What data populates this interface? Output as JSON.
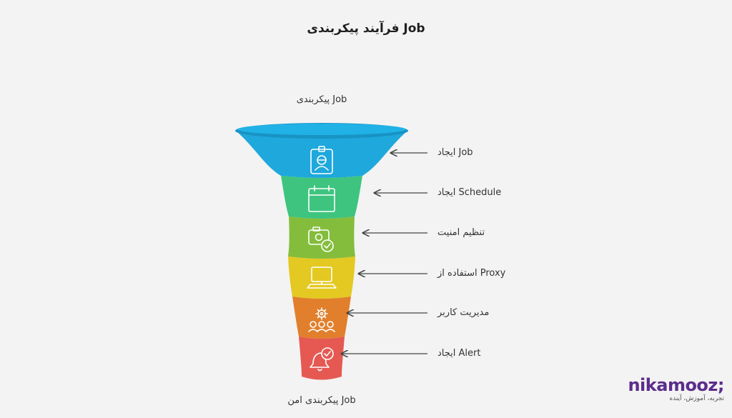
{
  "title": "فرآیند پیکربندی Job",
  "top_label": "پیکربندی Job",
  "bottom_label": "پیکربندی امن Job",
  "stages": [
    {
      "label": "ایجاد Job",
      "icon": "robot-badge-icon",
      "color": "#1ea8dc"
    },
    {
      "label": "ایجاد Schedule",
      "icon": "calendar-icon",
      "color": "#3ec47e"
    },
    {
      "label": "تنظیم امنیت",
      "icon": "camera-check-icon",
      "color": "#84bd3c"
    },
    {
      "label": "استفاده از Proxy",
      "icon": "laptop-icon",
      "color": "#e3c921"
    },
    {
      "label": "مدیریت کاربر",
      "icon": "users-gear-icon",
      "color": "#e17f2c"
    },
    {
      "label": "ایجاد Alert",
      "icon": "bell-check-icon",
      "color": "#e55952"
    }
  ],
  "logo": {
    "name": "nikamooz;",
    "tagline": "تجربه، آموزش، آینده"
  }
}
